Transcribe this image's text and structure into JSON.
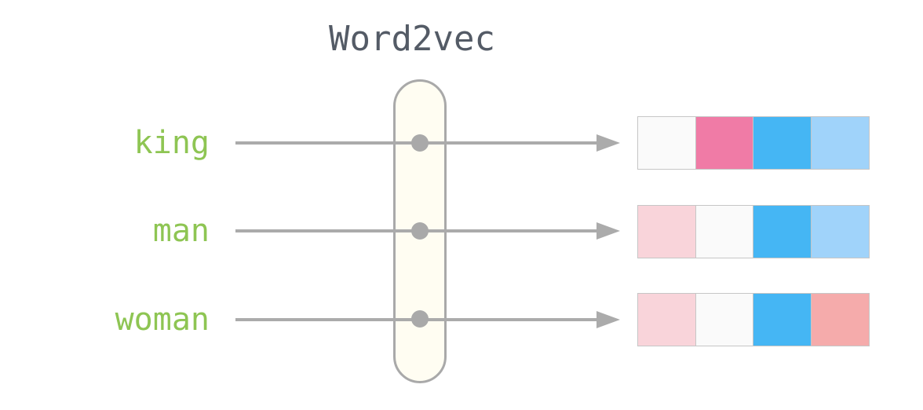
{
  "title": "Word2vec",
  "rows": [
    {
      "word": "king",
      "vector": [
        "#fafafa",
        "#f07ba6",
        "#45b6f4",
        "#a0d3fa"
      ]
    },
    {
      "word": "man",
      "vector": [
        "#f9d4da",
        "#fafafa",
        "#45b6f4",
        "#a0d3fa"
      ]
    },
    {
      "word": "woman",
      "vector": [
        "#f9d4da",
        "#fafafa",
        "#45b6f4",
        "#f5abab"
      ]
    }
  ],
  "colors": {
    "background": "#ffffff",
    "title_text": "#545b66",
    "word_text": "#8ec553",
    "arrow": "#ababab",
    "pill_fill": "#fffdf2",
    "pill_border": "#a9a9a9",
    "dot": "#a9a9a9",
    "cell_border": "#c6c6c6"
  }
}
